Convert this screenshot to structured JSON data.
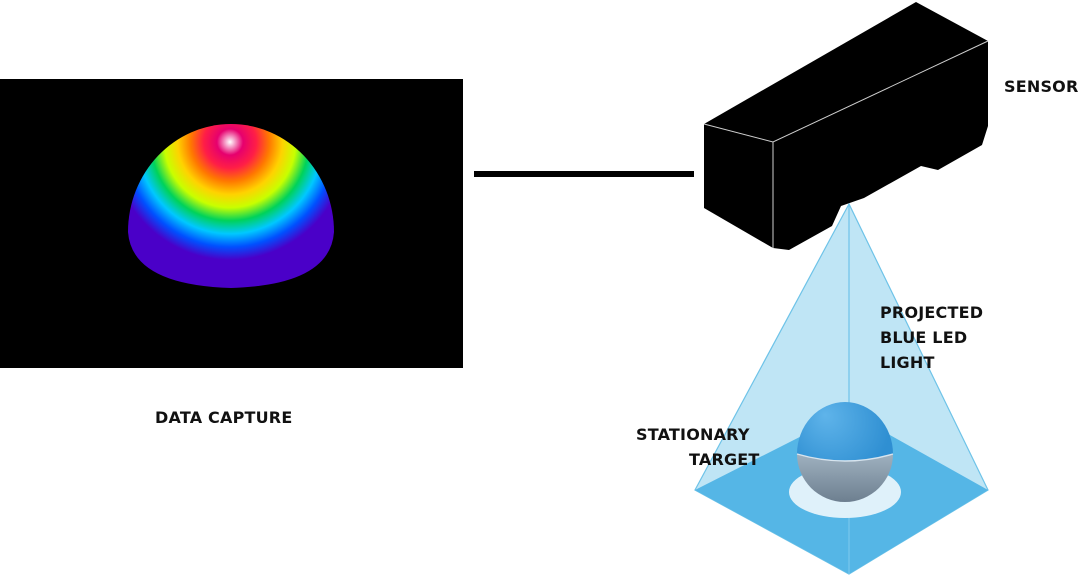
{
  "labels": {
    "data_capture": "DATA CAPTURE",
    "sensor": "SENSOR",
    "projected_light": [
      "PROJECTED",
      "BLUE LED",
      "LIGHT"
    ],
    "target": [
      "STATIONARY",
      "TARGET"
    ]
  },
  "colors": {
    "background": "#ffffff",
    "display_panel": "#000000",
    "sensor_body": "#000000",
    "beam_fill": "#b8e2f4",
    "beam_edge": "#6ec3e8",
    "base_plate": "#55b6e6",
    "target_highlight": "#ffffff",
    "sphere_top": "#2f8fd2",
    "sphere_bottom": "#8496a6",
    "text": "#111111"
  },
  "heatmap_colors": [
    "#4a00c8",
    "#0050ff",
    "#00c8ff",
    "#00d25a",
    "#c8ff00",
    "#ffd200",
    "#ff7800",
    "#ff1e46",
    "#e6006e",
    "#ffffff"
  ]
}
